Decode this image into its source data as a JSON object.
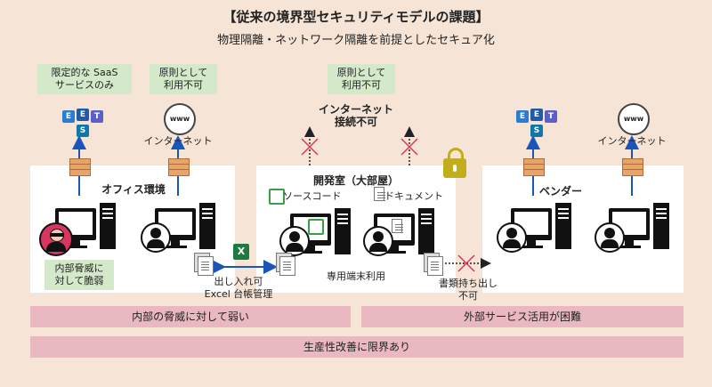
{
  "header": {
    "title": "【従来の境界型セキュリティモデルの課題】",
    "subtitle": "物理隔離・ネットワーク隔離を前提としたセキュア化"
  },
  "notes": {
    "office_saas": "限定的な SaaS\nサービスのみ",
    "office_principle": "原則として\n利用不可",
    "dev_principle": "原則として\n利用不可"
  },
  "labels": {
    "internet_office": "インターネット",
    "internet_vendor": "インターネット",
    "dev_internet_no": "インターネット\n接続不可",
    "office_title": "オフィス環境",
    "dev_title": "開発室（大部屋）",
    "vendor_title": "ベンダー",
    "source_code": "ソースコード",
    "documents": "ドキュメント",
    "insider": "内部脅威に\n対して脆弱",
    "transfer": "出し入れ可\nExcel 台帳管理",
    "dedicated": "専用端末利用",
    "no_takeout": "書類持ち出し\n不可"
  },
  "icons": {
    "ms_e": "E",
    "ms_t": "T",
    "ms_s": "S",
    "globe_text": "www",
    "excel": "X"
  },
  "bars": {
    "internal": "内部の脅威に対して弱い",
    "external": "外部サービス活用が困難",
    "productivity": "生産性改善に限界あり"
  },
  "colors": {
    "background": "#f6e4d6",
    "note": "#d4e9c9",
    "bar": "#e9b8c0",
    "blocked": "#d9365f",
    "arrow": "#1a56b8"
  }
}
